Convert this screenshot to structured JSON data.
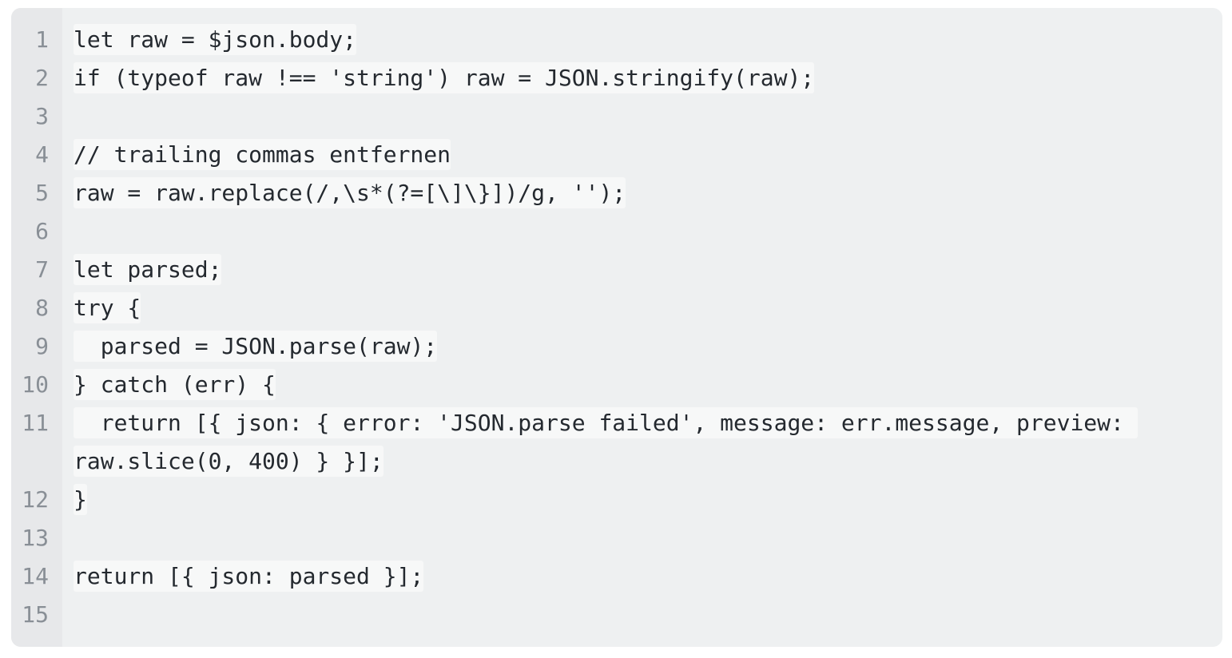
{
  "code_block": {
    "colors": {
      "page_background": "#ffffff",
      "block_background": "#eef0f1",
      "gutter_background": "#e7e8ea",
      "line_number_color": "#898f96",
      "code_text_color": "#24292f",
      "line_highlight": "rgba(255,255,255,0.5)"
    },
    "lines": [
      {
        "number": "1",
        "code": "let raw = $json.body;"
      },
      {
        "number": "2",
        "code": "if (typeof raw !== 'string') raw = JSON.stringify(raw);"
      },
      {
        "number": "3",
        "code": ""
      },
      {
        "number": "4",
        "code": "// trailing commas entfernen"
      },
      {
        "number": "5",
        "code": "raw = raw.replace(/,\\s*(?=[\\]\\}])/g, '');"
      },
      {
        "number": "6",
        "code": ""
      },
      {
        "number": "7",
        "code": "let parsed;"
      },
      {
        "number": "8",
        "code": "try {"
      },
      {
        "number": "9",
        "code": "  parsed = JSON.parse(raw);"
      },
      {
        "number": "10",
        "code": "} catch (err) {"
      },
      {
        "number": "11",
        "code": "  return [{ json: { error: 'JSON.parse failed', message: err.message, preview: raw.slice(0, 400) } }];"
      },
      {
        "number": "12",
        "code": "}"
      },
      {
        "number": "13",
        "code": ""
      },
      {
        "number": "14",
        "code": "return [{ json: parsed }];"
      },
      {
        "number": "15",
        "code": ""
      }
    ]
  }
}
